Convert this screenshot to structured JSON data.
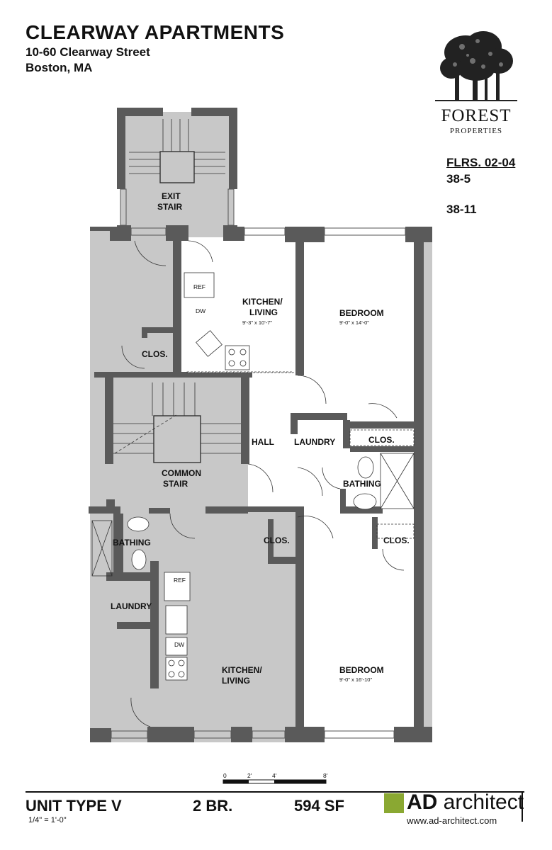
{
  "header": {
    "title": "CLEARWAY APARTMENTS",
    "address_line1": "10-60 Clearway Street",
    "address_line2": "Boston, MA"
  },
  "brand": {
    "logo_icon": "tree-logo-icon",
    "name": "FOREST",
    "subname": "PROPERTIES"
  },
  "floors": {
    "label": "FLRS. 02-04",
    "unit_a": "38-5",
    "unit_b": "38-11"
  },
  "plan": {
    "unit_a_label_kitchen": "KITCHEN/",
    "unit_a_label_living": "LIVING",
    "unit_a_kitchen_dim": "9'-3\" x 10'-7\"",
    "bedroom_a": "BEDROOM",
    "bedroom_a_dim": "9'-0\" x 14'-0\"",
    "exit_stair_1": "EXIT",
    "exit_stair_2": "STAIR",
    "clos": "CLOS.",
    "common_stair_1": "COMMON",
    "common_stair_2": "STAIR",
    "hall": "HALL",
    "laundry": "LAUNDRY",
    "bathing": "BATHING",
    "ref": "REF",
    "dw": "DW",
    "kitchen_b_1": "KITCHEN/",
    "kitchen_b_2": "LIVING",
    "bedroom_b": "BEDROOM",
    "bedroom_b_dim": "9'-0\" x 16'-10\""
  },
  "scale_bar": {
    "ticks": [
      "0",
      "2'",
      "4'",
      "8'"
    ]
  },
  "footer": {
    "unit_type": "UNIT TYPE V",
    "bedrooms": "2 BR.",
    "area": "594 SF",
    "scale": "1/4\" = 1'-0\""
  },
  "architect": {
    "logo_letters": "AD",
    "name": " architect",
    "url": "www.ad-architect.com"
  },
  "colors": {
    "wall": "#555555",
    "shaded_area": "#c8c8c8",
    "accent_green": "#8aa832"
  }
}
